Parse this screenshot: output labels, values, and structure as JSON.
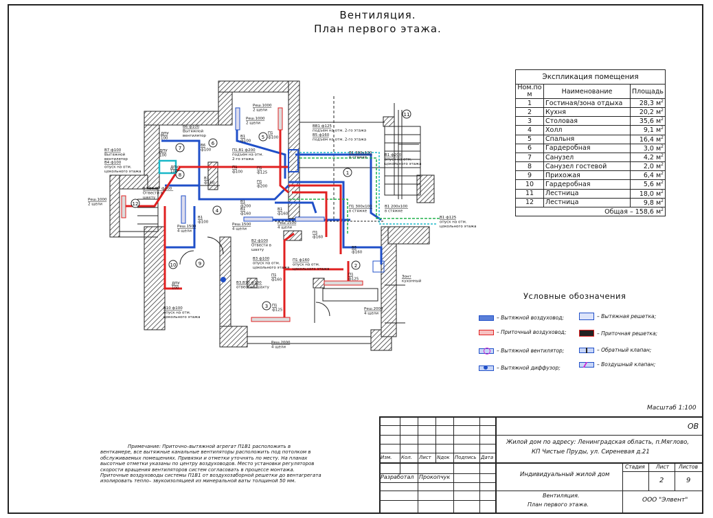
{
  "title": {
    "line1": "Вентиляция.",
    "line2": "План первого этажа."
  },
  "explication": {
    "title": "Экспликация помещения",
    "columns": [
      "Ном.по м",
      "Наименование",
      "Площадь"
    ],
    "rows": [
      {
        "num": "1",
        "name": "Гостиная/зона отдыха",
        "area": "28,3"
      },
      {
        "num": "2",
        "name": "Кухня",
        "area": "20,2"
      },
      {
        "num": "3",
        "name": "Столовая",
        "area": "35,6"
      },
      {
        "num": "4",
        "name": "Холл",
        "area": "9,1"
      },
      {
        "num": "5",
        "name": "Спальня",
        "area": "16,4"
      },
      {
        "num": "6",
        "name": "Гардеробная",
        "area": "3,0"
      },
      {
        "num": "7",
        "name": "Санузел",
        "area": "4,2"
      },
      {
        "num": "8",
        "name": "Санузел гостевой",
        "area": "2,0"
      },
      {
        "num": "9",
        "name": "Прихожая",
        "area": "6,4"
      },
      {
        "num": "10",
        "name": "Гардеробная",
        "area": "5,6"
      },
      {
        "num": "11",
        "name": "Лестница",
        "area": "18,0"
      },
      {
        "num": "12",
        "name": "Лестница",
        "area": "9,8"
      }
    ],
    "unit": "м",
    "total_label": "Общая –",
    "total": "158,6"
  },
  "legend": {
    "title": "Условные обозначения",
    "items": [
      {
        "icon": "exhaust-duct-icon",
        "label": "– Вытяжной воздуховод;"
      },
      {
        "icon": "supply-duct-icon",
        "label": "– Приточный воздуховод;"
      },
      {
        "icon": "exhaust-fan-icon",
        "label": "– Вытяжной вентилятор;"
      },
      {
        "icon": "exhaust-diffuser-icon",
        "label": "– Вытяжной диффузор;"
      },
      {
        "icon": "exhaust-grille-icon",
        "label": "– Вытяжная решетка;"
      },
      {
        "icon": "supply-grille-icon",
        "label": "– Приточная решетка;"
      },
      {
        "icon": "check-valve-icon",
        "label": "– Обратный клапан;"
      },
      {
        "icon": "air-damper-icon",
        "label": "– Воздушный клапан;"
      }
    ]
  },
  "colors": {
    "exhaust": "#1f4fc8",
    "supply": "#e02020",
    "accent_green": "#22b04b",
    "accent_cyan": "#18b8c8",
    "fan": "#d020d0"
  },
  "plan_labels": {
    "rooms": [
      "1",
      "2",
      "3",
      "4",
      "5",
      "6",
      "7",
      "8",
      "9",
      "10",
      "11",
      "12"
    ],
    "annotations": [
      {
        "id": "a1",
        "l1": "Реш.1000",
        "l2": "2 щели"
      },
      {
        "id": "a2",
        "l1": "Реш.1000",
        "l2": "2 щели"
      },
      {
        "id": "a3",
        "l1": "П1",
        "l2": "ф100"
      },
      {
        "id": "a4",
        "l1": "В1",
        "l2": "ф100"
      },
      {
        "id": "a5",
        "l1": "В6 ф100",
        "l2": "Вытяжной",
        "l3": "вентилятор"
      },
      {
        "id": "a6",
        "l1": "В6",
        "l2": "ф100"
      },
      {
        "id": "a7",
        "l1": "В7 ф100",
        "l2": "Вытяжной",
        "l3": "вентилятор"
      },
      {
        "id": "a8",
        "l1": "В4 ф100",
        "l2": "опуск на отм.",
        "l3": "цокольного этажа"
      },
      {
        "id": "a9",
        "l1": "В4,В6,В7 ф100",
        "l2": "Отвести в",
        "l3": "шахту"
      },
      {
        "id": "a10",
        "l1": "Реш.1000",
        "l2": "2 щели"
      },
      {
        "id": "a11",
        "l1": "П1,В1 ф200",
        "l2": "подъем на отм.",
        "l3": "2-го этажа"
      },
      {
        "id": "a12",
        "l1": "П1",
        "l2": "ф100"
      },
      {
        "id": "a13",
        "l1": "П1",
        "l2": "ф125"
      },
      {
        "id": "a14",
        "l1": "В1",
        "l2": "ф160"
      },
      {
        "id": "a15",
        "l1": "П1",
        "l2": "ф200"
      },
      {
        "id": "a16",
        "l1": "В1",
        "l2": "ф200"
      },
      {
        "id": "a17",
        "l1": "В1",
        "l2": "ф160"
      },
      {
        "id": "a18",
        "l1": "В1",
        "l2": "ф160"
      },
      {
        "id": "a19",
        "l1": "Реш.1500",
        "l2": "4 щели"
      },
      {
        "id": "a20",
        "l1": "Реш.1500",
        "l2": "4 щели"
      },
      {
        "id": "a21",
        "l1": "Реш.1500",
        "l2": "4 щели"
      },
      {
        "id": "a22",
        "l1": "В1",
        "l2": "ф100"
      },
      {
        "id": "a23",
        "l1": "ВВ1 ф125",
        "l2": "подъем на отм. 2-го этажа"
      },
      {
        "id": "a24",
        "l1": "В5 ф160",
        "l2": "подъем на отм. 2-го этажа"
      },
      {
        "id": "a25",
        "l1": "В1 300х100",
        "l2": "в стяжке"
      },
      {
        "id": "a26",
        "l1": "В1 ф200",
        "l2": "опуск на отм.",
        "l3": "цокольного этажа"
      },
      {
        "id": "a27",
        "l1": "П1 300х100",
        "l2": "в стяжке"
      },
      {
        "id": "a28",
        "l1": "В1 200х100",
        "l2": "в стяжке"
      },
      {
        "id": "a29",
        "l1": "В1 ф125",
        "l2": "опуск на отм.",
        "l3": "цокольного этажа"
      },
      {
        "id": "a30",
        "l1": "П1",
        "l2": "ф160"
      },
      {
        "id": "a31",
        "l1": "В2 ф100",
        "l2": "Отвести в",
        "l3": "шахту"
      },
      {
        "id": "a32",
        "l1": "ДПУ",
        "l2": "100"
      },
      {
        "id": "a33",
        "l1": "ДПУ",
        "l2": "100"
      },
      {
        "id": "a34",
        "l1": "ДПУ",
        "l2": "100"
      },
      {
        "id": "a35",
        "l1": "ДПУ",
        "l2": "100"
      },
      {
        "id": "a36",
        "l1": "В3 ф100",
        "l2": "опуск на отм.",
        "l3": "цокольного этажа"
      },
      {
        "id": "a37",
        "l1": "В3,В10 ф100",
        "l2": "отвести в шахту"
      },
      {
        "id": "a38",
        "l1": "П1 ф160",
        "l2": "опуск на отм.",
        "l3": "цокольного этажа"
      },
      {
        "id": "a39",
        "l1": "П1",
        "l2": "ф160"
      },
      {
        "id": "a40",
        "l1": "В5",
        "l2": "ф160"
      },
      {
        "id": "a41",
        "l1": "П1",
        "l2": "ф125"
      },
      {
        "id": "a42",
        "l1": "Зонт",
        "l2": "кухонный"
      },
      {
        "id": "a43",
        "l1": "П1",
        "l2": "ф125"
      },
      {
        "id": "a44",
        "l1": "В10 ф100",
        "l2": "опуск на отм.",
        "l3": "цокольного этажа"
      },
      {
        "id": "a45",
        "l1": "Реш.2000",
        "l2": "4 щели"
      },
      {
        "id": "a46",
        "l1": "Реш.2000",
        "l2": "4 щели"
      }
    ]
  },
  "note": {
    "lines": [
      "Примечание: Приточно–вытяжной агрегат П1В1 расположить в",
      "венткамере, все вытяжные канальные вентиляторы расположить под потолком в",
      "обслуживаемых помещениях. Привязки и отметки уточнять по месту. На планах",
      "высотные отметки указаны по центру воздуховодов. Место установки регуляторов",
      "скорости вращения вентиляторов систем согласовать в процессе монтажа.",
      "Приточные воздуховоды системы П1В1 от воздухозаборной решетки до вентагрегата",
      "изолировать тепло– звукоизоляцией из минеральной ваты толщиной 50 мм."
    ]
  },
  "scale": "Масштаб 1:100",
  "title_block": {
    "code": "ОВ",
    "address_line1": "Жилой дом по адресу: Ленинградская область, п.Мяглово,",
    "address_line2": "КП Чистые Пруды, ул. Сиреневая д.21",
    "headers": [
      "Изм.",
      "Кол.",
      "Лист",
      "Nдок",
      "Подпись",
      "Дата"
    ],
    "developed_label": "Разработал",
    "developer": "Прокопчук",
    "project": "Индивидуальный жилой дом",
    "stage_label": "Стадия",
    "sheet_label": "Лист",
    "sheets_label": "Листов",
    "stage": "",
    "sheet": "2",
    "sheets": "9",
    "drawing_title1": "Вентиляция.",
    "drawing_title2": "План первого этажа.",
    "company": "ООО \"Элвент\""
  }
}
